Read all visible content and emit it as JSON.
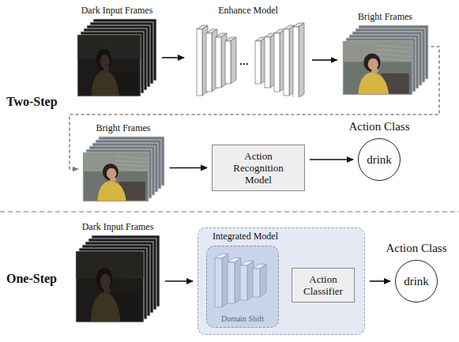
{
  "diagram": {
    "nodes": [
      {
        "text": [
          "Dark Input Frames"
        ]
      },
      {
        "text": [
          "Enhance Model"
        ]
      },
      {
        "text": [
          "Bright Frames"
        ]
      },
      {
        "text": [
          "Bright Frames"
        ]
      },
      {
        "text": [
          "Action Recognition Model"
        ]
      },
      {
        "text": [
          "Action Class",
          "drink"
        ]
      },
      {
        "text": [
          "Dark Input Frames"
        ]
      },
      {
        "text": [
          "Integrated Model"
        ]
      },
      {
        "text": [
          "Domain Shift"
        ],
        "in": 7
      },
      {
        "text": [
          "Action Classifier"
        ],
        "in": 7
      },
      {
        "text": [
          "Action Class",
          "drink"
        ]
      }
    ],
    "edges": [
      {
        "from": 0,
        "to": 1,
        "arrow": "to"
      },
      {
        "from": 1,
        "to": 2,
        "arrow": "to"
      },
      {
        "from": 2,
        "to": 3,
        "arrow": "to"
      },
      {
        "from": 3,
        "to": 4,
        "arrow": "to"
      },
      {
        "from": 4,
        "to": 5,
        "arrow": "to"
      },
      {
        "from": 6,
        "to": 7,
        "arrow": "to"
      },
      {
        "from": 8,
        "to": 9,
        "arrow": "to"
      },
      {
        "from": 7,
        "to": 10,
        "arrow": "to"
      }
    ],
    "labels": [
      "Two-Step",
      "One-Step"
    ]
  }
}
